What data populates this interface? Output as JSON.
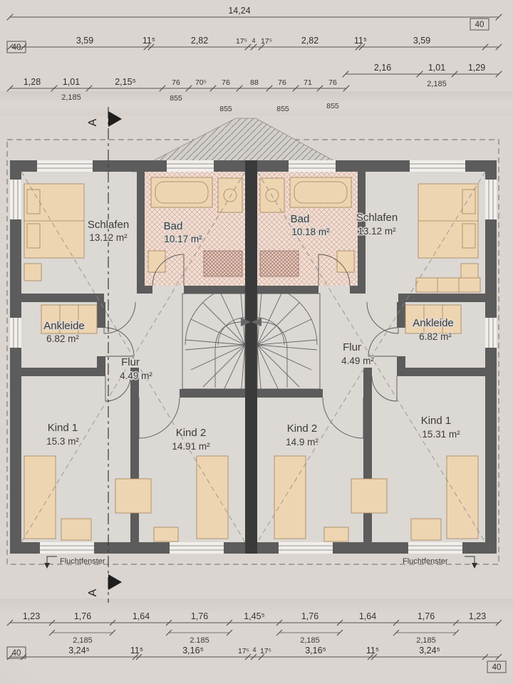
{
  "section_marks": {
    "top": "A",
    "bottom": "A"
  },
  "dims_top": {
    "total": "14,24",
    "left_box": "40",
    "right_box": "40",
    "row2": [
      "3,59",
      "11⁵",
      "2,82",
      "17⁵",
      "4",
      "17⁵",
      "2,82",
      "11⁵",
      "3,59"
    ],
    "row3": [
      "2,16",
      "1,01",
      "1,29"
    ],
    "row3_sub": "2,185",
    "row4": [
      "1,28",
      "1,01",
      "2,15⁵"
    ],
    "row4_small": [
      "76",
      "70⁵",
      "76",
      "88",
      "76",
      "71",
      "76"
    ],
    "row4_sub": [
      "2,185",
      "855",
      "855",
      "855",
      "855"
    ]
  },
  "dims_bottom": {
    "row1": [
      "1,23",
      "1,76",
      "1,64",
      "1,76",
      "1,45⁵",
      "1,76",
      "1,64",
      "1,76",
      "1,23"
    ],
    "row1_sub": [
      "2,185",
      "2.185",
      "2,185",
      "2,185"
    ],
    "row2": [
      "3,24⁵",
      "11⁵",
      "3,16⁵",
      "17⁵",
      "4",
      "17⁵",
      "3,16⁵",
      "11⁵",
      "3,24⁵"
    ],
    "left_box": "40",
    "right_box": "40"
  },
  "rooms": {
    "left": {
      "schlafen": {
        "name": "Schlafen",
        "area": "13.12 m²"
      },
      "bad": {
        "name": "Bad",
        "area": "10.17 m²"
      },
      "ankleide": {
        "name": "Ankleide",
        "area": "6.82 m²"
      },
      "flur": {
        "name": "Flur",
        "area": "4.49 m²"
      },
      "kind1": {
        "name": "Kind 1",
        "area": "15.3 m²"
      },
      "kind2": {
        "name": "Kind 2",
        "area": "14.91 m²"
      },
      "escape_window": "Fluchtfenster"
    },
    "right": {
      "schlafen": {
        "name": "Schlafen",
        "area": "13.12 m²"
      },
      "bad": {
        "name": "Bad",
        "area": "10.18 m²"
      },
      "ankleide": {
        "name": "Ankleide",
        "area": "6.82 m²"
      },
      "flur": {
        "name": "Flur",
        "area": "4.49 m²"
      },
      "kind1": {
        "name": "Kind 1",
        "area": "15.31 m²"
      },
      "kind2": {
        "name": "Kind 2",
        "area": "14.9 m²"
      },
      "escape_window": "Fluchtfenster"
    }
  },
  "colors": {
    "wall": "#5c5c5c",
    "party_wall": "#3a3a3a",
    "furniture": "#eed5b2",
    "tile": "#efe1d8"
  }
}
